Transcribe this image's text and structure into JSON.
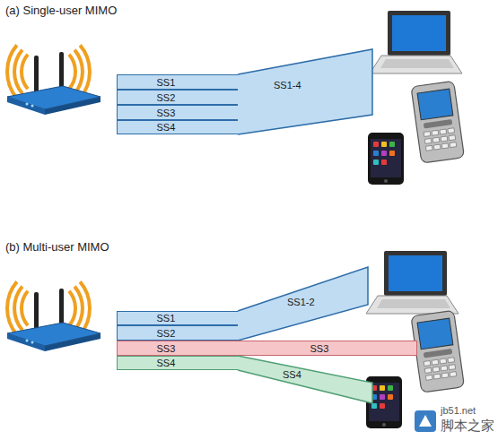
{
  "diagram": {
    "nodes": [
      {
        "text": [
          "SS1"
        ]
      },
      {
        "text": [
          "SS2"
        ]
      },
      {
        "text": [
          "SS3"
        ]
      },
      {
        "text": [
          "SS4"
        ]
      },
      {
        "text": [
          "SS1-4"
        ]
      },
      {
        "text": [
          "SS1"
        ]
      },
      {
        "text": [
          "SS2"
        ]
      },
      {
        "text": [
          "SS3"
        ]
      },
      {
        "text": [
          "SS4"
        ]
      },
      {
        "text": [
          "SS1-2"
        ]
      },
      {
        "text": [
          "SS3"
        ]
      },
      {
        "text": [
          "SS4"
        ]
      }
    ],
    "labels": [
      "(a) Single-user MIMO",
      "(b) Multi-user MIMO",
      "jb51.net",
      "脚本之家"
    ]
  }
}
